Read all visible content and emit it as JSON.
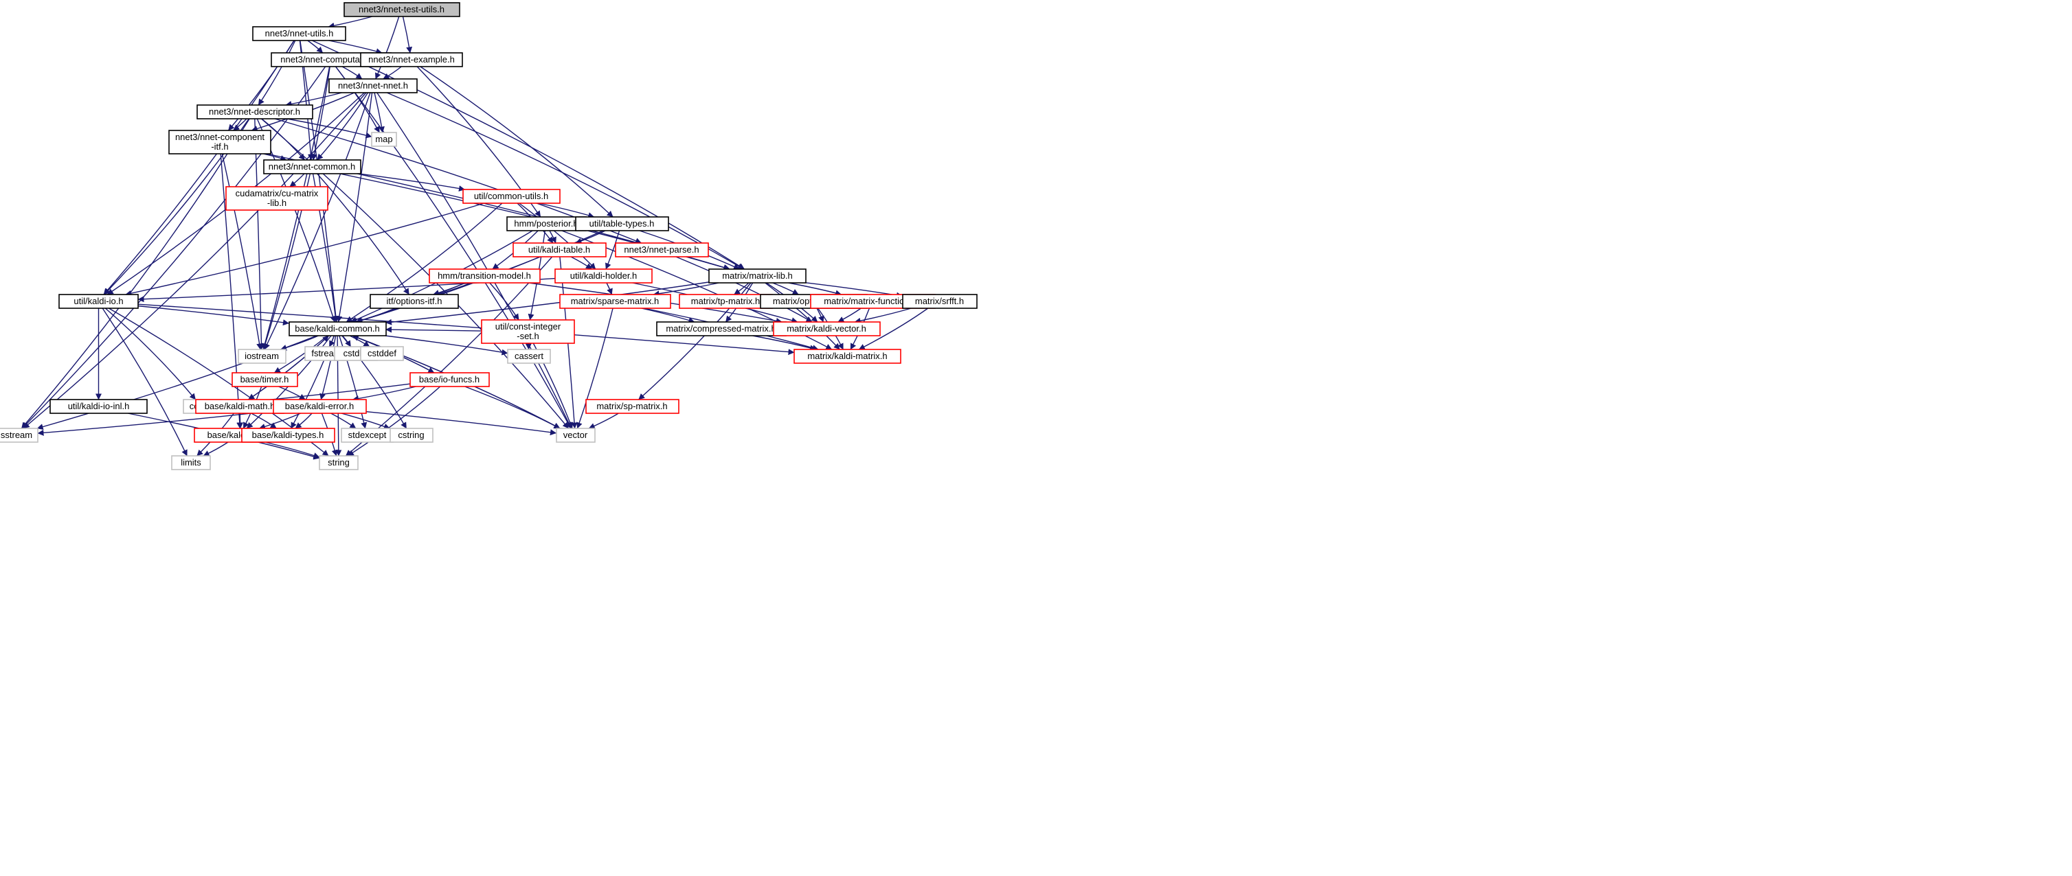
{
  "colors": {
    "root_fill": "#bfbfbf",
    "root_stroke": "#000000",
    "documented_stroke": "#000000",
    "truncated_stroke": "#ff0000",
    "external_stroke": "#bfbfbf",
    "edge": "#191970"
  },
  "nodes": [
    {
      "id": "nnet_test_utils",
      "label": [
        "nnet3/nnet-test-utils.h"
      ],
      "kind": "root"
    },
    {
      "id": "nnet_utils",
      "label": [
        "nnet3/nnet-utils.h"
      ],
      "kind": "documented"
    },
    {
      "id": "nnet_computation",
      "label": [
        "nnet3/nnet-computation.h"
      ],
      "kind": "documented"
    },
    {
      "id": "nnet_example",
      "label": [
        "nnet3/nnet-example.h"
      ],
      "kind": "documented"
    },
    {
      "id": "nnet_nnet",
      "label": [
        "nnet3/nnet-nnet.h"
      ],
      "kind": "documented"
    },
    {
      "id": "nnet_descriptor",
      "label": [
        "nnet3/nnet-descriptor.h"
      ],
      "kind": "documented"
    },
    {
      "id": "map",
      "label": [
        "map"
      ],
      "kind": "external"
    },
    {
      "id": "nnet_component_itf",
      "label": [
        "nnet3/nnet-component",
        "-itf.h"
      ],
      "kind": "documented"
    },
    {
      "id": "nnet_common",
      "label": [
        "nnet3/nnet-common.h"
      ],
      "kind": "documented"
    },
    {
      "id": "cu_matrix_lib",
      "label": [
        "cudamatrix/cu-matrix",
        "-lib.h"
      ],
      "kind": "truncated"
    },
    {
      "id": "common_utils",
      "label": [
        "util/common-utils.h"
      ],
      "kind": "truncated"
    },
    {
      "id": "hmm_posterior",
      "label": [
        "hmm/posterior.h"
      ],
      "kind": "documented"
    },
    {
      "id": "table_types",
      "label": [
        "util/table-types.h"
      ],
      "kind": "documented"
    },
    {
      "id": "kaldi_table",
      "label": [
        "util/kaldi-table.h"
      ],
      "kind": "truncated"
    },
    {
      "id": "nnet_parse",
      "label": [
        "nnet3/nnet-parse.h"
      ],
      "kind": "truncated"
    },
    {
      "id": "transition_model",
      "label": [
        "hmm/transition-model.h"
      ],
      "kind": "truncated"
    },
    {
      "id": "kaldi_holder",
      "label": [
        "util/kaldi-holder.h"
      ],
      "kind": "truncated"
    },
    {
      "id": "matrix_lib",
      "label": [
        "matrix/matrix-lib.h"
      ],
      "kind": "documented"
    },
    {
      "id": "kaldi_io",
      "label": [
        "util/kaldi-io.h"
      ],
      "kind": "documented"
    },
    {
      "id": "options_itf",
      "label": [
        "itf/options-itf.h"
      ],
      "kind": "documented"
    },
    {
      "id": "sparse_matrix",
      "label": [
        "matrix/sparse-matrix.h"
      ],
      "kind": "truncated"
    },
    {
      "id": "tp_matrix",
      "label": [
        "matrix/tp-matrix.h"
      ],
      "kind": "truncated"
    },
    {
      "id": "optimization",
      "label": [
        "matrix/optimization.h"
      ],
      "kind": "documented"
    },
    {
      "id": "matrix_functions",
      "label": [
        "matrix/matrix-functions.h"
      ],
      "kind": "truncated"
    },
    {
      "id": "srfft",
      "label": [
        "matrix/srfft.h"
      ],
      "kind": "documented"
    },
    {
      "id": "kaldi_common",
      "label": [
        "base/kaldi-common.h"
      ],
      "kind": "documented"
    },
    {
      "id": "const_integer_set",
      "label": [
        "util/const-integer",
        "-set.h"
      ],
      "kind": "truncated"
    },
    {
      "id": "compressed_matrix",
      "label": [
        "matrix/compressed-matrix.h"
      ],
      "kind": "documented"
    },
    {
      "id": "kaldi_vector",
      "label": [
        "matrix/kaldi-vector.h"
      ],
      "kind": "truncated"
    },
    {
      "id": "iostream",
      "label": [
        "iostream"
      ],
      "kind": "external"
    },
    {
      "id": "fstream",
      "label": [
        "fstream"
      ],
      "kind": "external"
    },
    {
      "id": "cstdlib",
      "label": [
        "cstdlib"
      ],
      "kind": "external"
    },
    {
      "id": "cstddef",
      "label": [
        "cstddef"
      ],
      "kind": "external"
    },
    {
      "id": "cassert",
      "label": [
        "cassert"
      ],
      "kind": "external"
    },
    {
      "id": "kaldi_matrix",
      "label": [
        "matrix/kaldi-matrix.h"
      ],
      "kind": "truncated"
    },
    {
      "id": "timer",
      "label": [
        "base/timer.h"
      ],
      "kind": "truncated"
    },
    {
      "id": "io_funcs",
      "label": [
        "base/io-funcs.h"
      ],
      "kind": "truncated"
    },
    {
      "id": "kaldi_io_inl",
      "label": [
        "util/kaldi-io-inl.h"
      ],
      "kind": "documented"
    },
    {
      "id": "cctype",
      "label": [
        "cctype"
      ],
      "kind": "external"
    },
    {
      "id": "kaldi_math",
      "label": [
        "base/kaldi-math.h"
      ],
      "kind": "truncated"
    },
    {
      "id": "kaldi_error",
      "label": [
        "base/kaldi-error.h"
      ],
      "kind": "truncated"
    },
    {
      "id": "sp_matrix",
      "label": [
        "matrix/sp-matrix.h"
      ],
      "kind": "truncated"
    },
    {
      "id": "sstream",
      "label": [
        "sstream"
      ],
      "kind": "external"
    },
    {
      "id": "kaldi_utils",
      "label": [
        "base/kaldi-utils.h"
      ],
      "kind": "truncated"
    },
    {
      "id": "kaldi_types",
      "label": [
        "base/kaldi-types.h"
      ],
      "kind": "truncated"
    },
    {
      "id": "stdexcept",
      "label": [
        "stdexcept"
      ],
      "kind": "external"
    },
    {
      "id": "cstring",
      "label": [
        "cstring"
      ],
      "kind": "external"
    },
    {
      "id": "vector",
      "label": [
        "vector"
      ],
      "kind": "external"
    },
    {
      "id": "limits",
      "label": [
        "limits"
      ],
      "kind": "external"
    },
    {
      "id": "string",
      "label": [
        "string"
      ],
      "kind": "external"
    }
  ],
  "edges": [
    [
      "nnet_test_utils",
      "nnet_utils"
    ],
    [
      "nnet_test_utils",
      "nnet_nnet"
    ],
    [
      "nnet_test_utils",
      "nnet_example"
    ],
    [
      "nnet_utils",
      "nnet_computation"
    ],
    [
      "nnet_utils",
      "nnet_example"
    ],
    [
      "nnet_utils",
      "nnet_descriptor"
    ],
    [
      "nnet_utils",
      "nnet_component_itf"
    ],
    [
      "nnet_utils",
      "nnet_common"
    ],
    [
      "nnet_utils",
      "kaldi_io"
    ],
    [
      "nnet_utils",
      "matrix_lib"
    ],
    [
      "nnet_utils",
      "kaldi_common"
    ],
    [
      "nnet_computation",
      "nnet_nnet"
    ],
    [
      "nnet_computation",
      "nnet_common"
    ],
    [
      "nnet_computation",
      "map"
    ],
    [
      "nnet_computation",
      "sstream"
    ],
    [
      "nnet_computation",
      "iostream"
    ],
    [
      "nnet_computation",
      "vector"
    ],
    [
      "nnet_example",
      "nnet_nnet"
    ],
    [
      "nnet_example",
      "hmm_posterior"
    ],
    [
      "nnet_example",
      "table_types"
    ],
    [
      "nnet_nnet",
      "nnet_descriptor"
    ],
    [
      "nnet_nnet",
      "nnet_component_itf"
    ],
    [
      "nnet_nnet",
      "nnet_common"
    ],
    [
      "nnet_nnet",
      "map"
    ],
    [
      "nnet_nnet",
      "matrix_lib"
    ],
    [
      "nnet_nnet",
      "kaldi_common"
    ],
    [
      "nnet_nnet",
      "kaldi_io"
    ],
    [
      "nnet_nnet",
      "iostream"
    ],
    [
      "nnet_nnet",
      "sstream"
    ],
    [
      "nnet_nnet",
      "vector"
    ],
    [
      "nnet_descriptor",
      "nnet_component_itf"
    ],
    [
      "nnet_descriptor",
      "nnet_common"
    ],
    [
      "nnet_descriptor",
      "map"
    ],
    [
      "nnet_descriptor",
      "nnet_parse"
    ],
    [
      "nnet_descriptor",
      "kaldi_io"
    ],
    [
      "nnet_descriptor",
      "kaldi_common"
    ],
    [
      "nnet_descriptor",
      "iostream"
    ],
    [
      "nnet_descriptor",
      "sstream"
    ],
    [
      "nnet_descriptor",
      "vector"
    ],
    [
      "nnet_component_itf",
      "nnet_common"
    ],
    [
      "nnet_component_itf",
      "matrix_lib"
    ],
    [
      "nnet_component_itf",
      "kaldi_utils"
    ],
    [
      "nnet_component_itf",
      "iostream"
    ],
    [
      "nnet_common",
      "cu_matrix_lib"
    ],
    [
      "nnet_common",
      "common_utils"
    ],
    [
      "nnet_common",
      "kaldi_common"
    ],
    [
      "nnet_common",
      "options_itf"
    ],
    [
      "nnet_common",
      "matrix_lib"
    ],
    [
      "nnet_common",
      "iostream"
    ],
    [
      "common_utils",
      "table_types"
    ],
    [
      "common_utils",
      "kaldi_table"
    ],
    [
      "common_utils",
      "kaldi_holder"
    ],
    [
      "common_utils",
      "kaldi_common"
    ],
    [
      "common_utils",
      "kaldi_io"
    ],
    [
      "hmm_posterior",
      "kaldi_table"
    ],
    [
      "hmm_posterior",
      "transition_model"
    ],
    [
      "hmm_posterior",
      "const_integer_set"
    ],
    [
      "hmm_posterior",
      "kaldi_common"
    ],
    [
      "hmm_posterior",
      "kaldi_matrix"
    ],
    [
      "table_types",
      "kaldi_table"
    ],
    [
      "table_types",
      "kaldi_holder"
    ],
    [
      "table_types",
      "matrix_lib"
    ],
    [
      "table_types",
      "kaldi_common"
    ],
    [
      "kaldi_table",
      "kaldi_holder"
    ],
    [
      "kaldi_table",
      "kaldi_common"
    ],
    [
      "kaldi_table",
      "vector"
    ],
    [
      "kaldi_table",
      "string"
    ],
    [
      "nnet_parse",
      "kaldi_vector"
    ],
    [
      "transition_model",
      "options_itf"
    ],
    [
      "transition_model",
      "const_integer_set"
    ],
    [
      "transition_model",
      "kaldi_common"
    ],
    [
      "transition_model",
      "kaldi_vector"
    ],
    [
      "kaldi_holder",
      "kaldi_io"
    ],
    [
      "kaldi_holder",
      "sparse_matrix"
    ],
    [
      "kaldi_holder",
      "kaldi_vector"
    ],
    [
      "matrix_lib",
      "kaldi_common"
    ],
    [
      "matrix_lib",
      "sparse_matrix"
    ],
    [
      "matrix_lib",
      "tp_matrix"
    ],
    [
      "matrix_lib",
      "optimization"
    ],
    [
      "matrix_lib",
      "matrix_functions"
    ],
    [
      "matrix_lib",
      "srfft"
    ],
    [
      "matrix_lib",
      "compressed_matrix"
    ],
    [
      "matrix_lib",
      "kaldi_vector"
    ],
    [
      "matrix_lib",
      "kaldi_matrix"
    ],
    [
      "matrix_lib",
      "sp_matrix"
    ],
    [
      "kaldi_io",
      "kaldi_common"
    ],
    [
      "kaldi_io",
      "kaldi_io_inl"
    ],
    [
      "kaldi_io",
      "kaldi_matrix"
    ],
    [
      "kaldi_io",
      "cctype"
    ],
    [
      "kaldi_io",
      "limits"
    ],
    [
      "kaldi_io",
      "string"
    ],
    [
      "options_itf",
      "kaldi_common"
    ],
    [
      "sparse_matrix",
      "compressed_matrix"
    ],
    [
      "sparse_matrix",
      "kaldi_matrix"
    ],
    [
      "sparse_matrix",
      "vector"
    ],
    [
      "optimization",
      "kaldi_vector"
    ],
    [
      "optimization",
      "kaldi_matrix"
    ],
    [
      "matrix_functions",
      "kaldi_vector"
    ],
    [
      "matrix_functions",
      "kaldi_matrix"
    ],
    [
      "srfft",
      "kaldi_vector"
    ],
    [
      "srfft",
      "kaldi_matrix"
    ],
    [
      "compressed_matrix",
      "kaldi_matrix"
    ],
    [
      "const_integer_set",
      "cassert"
    ],
    [
      "const_integer_set",
      "vector"
    ],
    [
      "const_integer_set",
      "kaldi_common"
    ],
    [
      "kaldi_common",
      "iostream"
    ],
    [
      "kaldi_common",
      "fstream"
    ],
    [
      "kaldi_common",
      "cstdlib"
    ],
    [
      "kaldi_common",
      "cstddef"
    ],
    [
      "kaldi_common",
      "cassert"
    ],
    [
      "kaldi_common",
      "timer"
    ],
    [
      "kaldi_common",
      "io_funcs"
    ],
    [
      "kaldi_common",
      "kaldi_math"
    ],
    [
      "kaldi_common",
      "kaldi_error"
    ],
    [
      "kaldi_common",
      "kaldi_utils"
    ],
    [
      "kaldi_common",
      "kaldi_types"
    ],
    [
      "kaldi_common",
      "stdexcept"
    ],
    [
      "kaldi_common",
      "cstring"
    ],
    [
      "kaldi_common",
      "vector"
    ],
    [
      "kaldi_common",
      "string"
    ],
    [
      "kaldi_common",
      "sstream"
    ],
    [
      "timer",
      "kaldi_error"
    ],
    [
      "timer",
      "kaldi_utils"
    ],
    [
      "io_funcs",
      "kaldi_error"
    ],
    [
      "io_funcs",
      "cctype"
    ],
    [
      "io_funcs",
      "vector"
    ],
    [
      "io_funcs",
      "string"
    ],
    [
      "io_funcs",
      "kaldi_common"
    ],
    [
      "kaldi_io_inl",
      "string"
    ],
    [
      "kaldi_math",
      "kaldi_types"
    ],
    [
      "kaldi_math",
      "kaldi_utils"
    ],
    [
      "kaldi_math",
      "limits"
    ],
    [
      "kaldi_math",
      "kaldi_common"
    ],
    [
      "kaldi_error",
      "kaldi_types"
    ],
    [
      "kaldi_error",
      "kaldi_utils"
    ],
    [
      "kaldi_error",
      "stdexcept"
    ],
    [
      "kaldi_error",
      "cstring"
    ],
    [
      "kaldi_error",
      "sstream"
    ],
    [
      "kaldi_error",
      "vector"
    ],
    [
      "kaldi_error",
      "string"
    ],
    [
      "sp_matrix",
      "vector"
    ],
    [
      "kaldi_utils",
      "limits"
    ],
    [
      "kaldi_utils",
      "string"
    ],
    [
      "vector",
      "kaldi_common"
    ]
  ]
}
